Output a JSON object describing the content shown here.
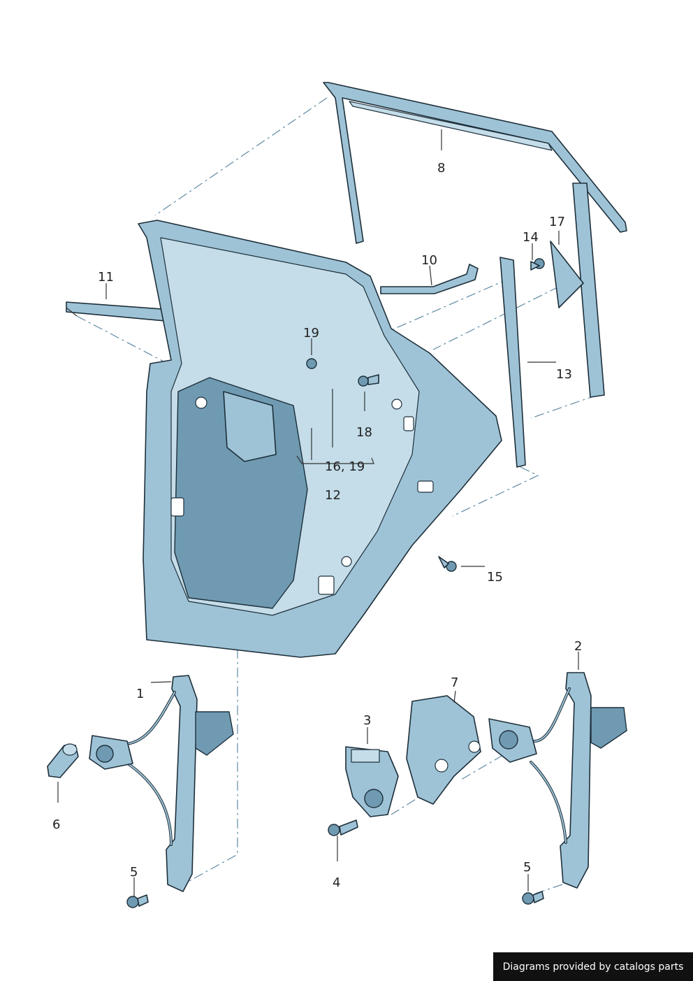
{
  "callouts": {
    "c1": "1",
    "c2": "2",
    "c3": "3",
    "c4": "4",
    "c5a": "5",
    "c5b": "5",
    "c6": "6",
    "c7": "7",
    "c8": "8",
    "c10": "10",
    "c11": "11",
    "c12": "12",
    "c13": "13",
    "c14": "14",
    "c15": "15",
    "c16_19": "16, 19",
    "c17": "17",
    "c18": "18",
    "c19": "19"
  },
  "footer": {
    "text": "Diagrams provided by catalogs parts"
  },
  "colors": {
    "part_fill": "#9fc3d6",
    "part_stroke": "#1d2f3a",
    "leader": "#333333",
    "dash": "#5f8aa3"
  }
}
